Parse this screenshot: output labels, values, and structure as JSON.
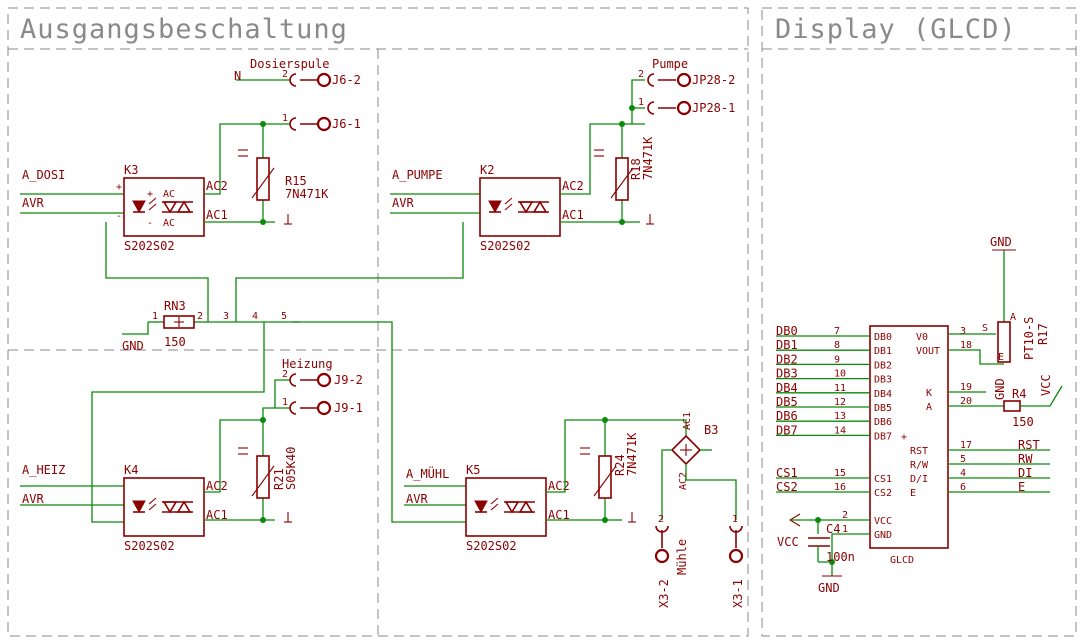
{
  "titles": {
    "left": "Ausgangsbeschaltung",
    "right": "Display (GLCD)"
  },
  "colors": {
    "part": "#8b0000",
    "wire": "#0a8a0a",
    "frame": "#8a8a8a"
  },
  "k3": {
    "name": "K3",
    "type": "S202S02",
    "input": "A_DOSI",
    "ref": "AVR",
    "pin_plus": "+",
    "pin_minus": "-",
    "ac": "AC",
    "ac2": "AC2",
    "ac1": "AC1",
    "varistor": "R15",
    "varistor_value": "7N471K",
    "conn_label": "Dosierspule",
    "conn_top": "J6-2",
    "conn_bot": "J6-1",
    "pin2": "2",
    "pin1": "1",
    "n_label": "N"
  },
  "k2": {
    "name": "K2",
    "type": "S202S02",
    "input": "A_PUMPE",
    "ref": "AVR",
    "ac2": "AC2",
    "ac1": "AC1",
    "varistor": "R18",
    "varistor_value": "7N471K",
    "conn_label": "Pumpe",
    "conn_top": "JP28-2",
    "conn_bot": "JP28-1",
    "pin2": "2",
    "pin1": "1"
  },
  "k4": {
    "name": "K4",
    "type": "S202S02",
    "input": "A_HEIZ",
    "ref": "AVR",
    "ac2": "AC2",
    "ac1": "AC1",
    "varistor": "R21",
    "varistor_value": "S05K40",
    "conn_label": "Heizung",
    "conn_top": "J9-2",
    "conn_bot": "J9-1",
    "pin2": "2",
    "pin1": "1"
  },
  "k5": {
    "name": "K5",
    "type": "S202S02",
    "input": "A_MÜHL",
    "ref": "AVR",
    "ac2": "AC2",
    "ac1": "AC1",
    "varistor": "R24",
    "varistor_value": "7N471K",
    "bridge": "B3",
    "bridge_ac1": "AC1",
    "bridge_ac2": "AC2",
    "conn_label": "Mühle",
    "conn_a": "X3-2",
    "conn_b": "X3-1",
    "pin2": "2",
    "pin1": "1"
  },
  "rn3": {
    "name": "RN3",
    "value": "150",
    "gnd": "GND",
    "pins": [
      "1",
      "2",
      "3",
      "4",
      "5"
    ]
  },
  "glcd": {
    "name": "GLCD",
    "left_nets": [
      "DB0",
      "DB1",
      "DB2",
      "DB3",
      "DB4",
      "DB5",
      "DB6",
      "DB7"
    ],
    "left_pin_nums": [
      "7",
      "8",
      "9",
      "10",
      "11",
      "12",
      "13",
      "14"
    ],
    "left_pin_names": [
      "DB0",
      "DB1",
      "DB2",
      "DB3",
      "DB4",
      "DB5",
      "DB6",
      "DB7"
    ],
    "cs_nets": [
      "CS1",
      "CS2"
    ],
    "cs_pin_nums": [
      "15",
      "16"
    ],
    "cs_pin_names": [
      "CS1",
      "CS2"
    ],
    "pwr_pin_nums": [
      "2",
      "1"
    ],
    "pwr_pin_names": [
      "VCC",
      "GND"
    ],
    "right_top_names": [
      "V0",
      "VOUT"
    ],
    "right_top_nums": [
      "3",
      "18"
    ],
    "right_mid_names": [
      "K",
      "A"
    ],
    "right_mid_nums": [
      "19",
      "20"
    ],
    "right_bot_names": [
      "RST",
      "R/W",
      "D/I",
      "E"
    ],
    "right_bot_nums": [
      "17",
      "5",
      "4",
      "6"
    ],
    "right_bot_nets": [
      "RST",
      "RW",
      "DI",
      "E"
    ]
  },
  "pot": {
    "name": "R17",
    "type": "PT10-S",
    "gnd": "GND",
    "pin_a": "A",
    "pin_s": "S",
    "pin_e": "E"
  },
  "r_backlight": {
    "name": "R4",
    "value": "150",
    "vcc": "VCC",
    "gnd": "GND"
  },
  "cap": {
    "name": "C4",
    "value": "100n",
    "vcc": "VCC",
    "gnd": "GND"
  }
}
